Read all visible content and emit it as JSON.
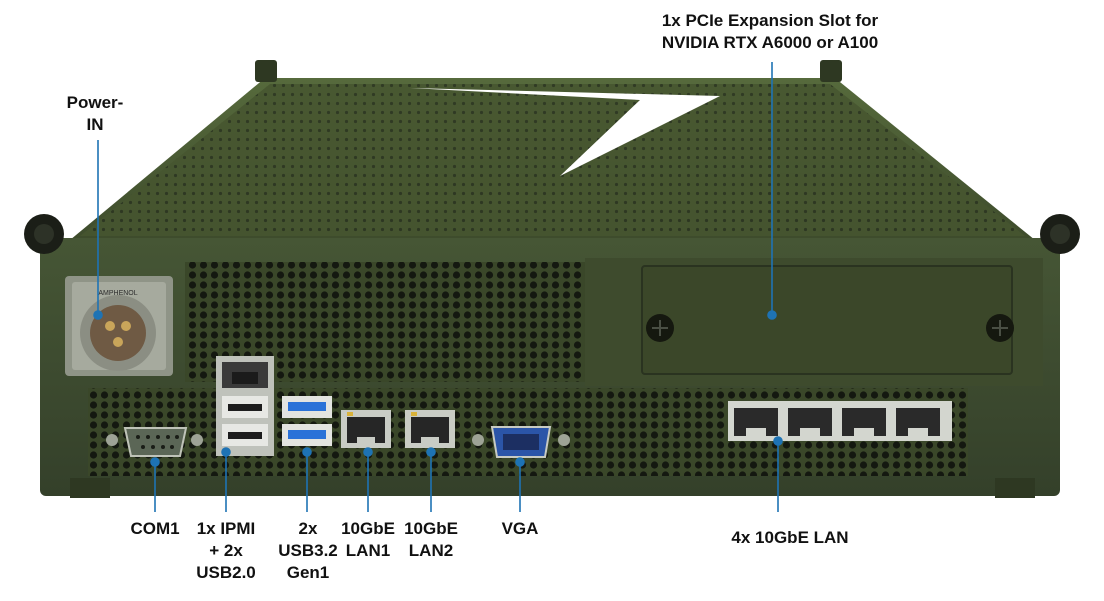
{
  "labels": {
    "pcie": "1x PCIe Expansion Slot for\nNVIDIA RTX A6000  or A100",
    "power": "Power-\nIN",
    "com1": "COM1",
    "ipmi": "1x IPMI\n+ 2x\nUSB2.0",
    "usb32": "2x\nUSB3.2\nGen1",
    "lan1": "10GbE\nLAN1",
    "lan2": "10GbE\nLAN2",
    "vga": "VGA",
    "lan4": "4x 10GbE LAN"
  },
  "connector_brand": "AMPHENOL",
  "colors": {
    "chassis_front": "#3c4a2b",
    "chassis_top": "#4a5a34",
    "callout_line": "#1e73b4",
    "usb3_blue": "#2a72d8",
    "vga_blue": "#2b55a8"
  }
}
